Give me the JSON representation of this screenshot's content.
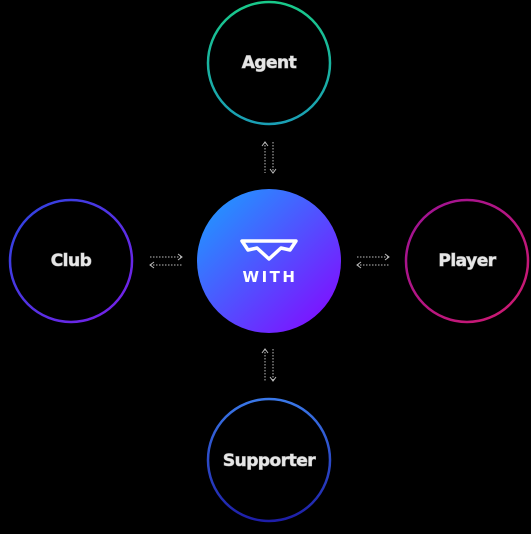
{
  "hub": {
    "brand": "WITH",
    "icon": "with-logo-icon"
  },
  "nodes": {
    "agent": {
      "label": "Agent"
    },
    "club": {
      "label": "Club"
    },
    "player": {
      "label": "Player"
    },
    "supporter": {
      "label": "Supporter"
    }
  },
  "colors": {
    "background": "#000000",
    "hub_gradient_start": "#17a3ff",
    "hub_gradient_end": "#8a00ff",
    "agent_ring": [
      "#19c98a",
      "#1a9fb5"
    ],
    "club_ring": [
      "#2b46e0",
      "#7a1ee8"
    ],
    "player_ring": [
      "#b0148f",
      "#d01a6e"
    ],
    "supporter_ring": [
      "#3a78e8",
      "#1e1ea8"
    ]
  },
  "connectors": [
    {
      "from": "agent",
      "to": "hub",
      "icon": "double-arrow-icon"
    },
    {
      "from": "club",
      "to": "hub",
      "icon": "double-arrow-icon"
    },
    {
      "from": "player",
      "to": "hub",
      "icon": "double-arrow-icon"
    },
    {
      "from": "supporter",
      "to": "hub",
      "icon": "double-arrow-icon"
    }
  ]
}
